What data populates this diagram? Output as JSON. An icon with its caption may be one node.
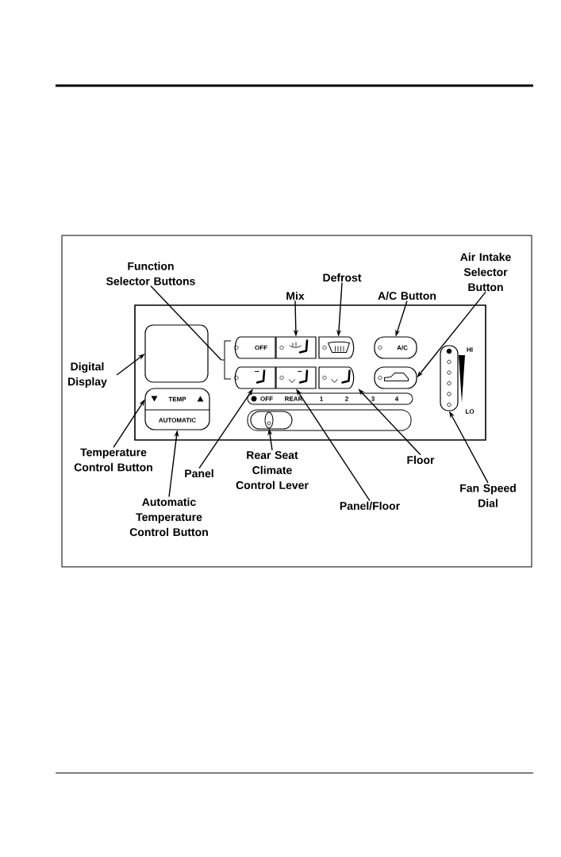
{
  "diagram": {
    "nodes": [
      {
        "text": [
          "Function Selector Buttons"
        ]
      },
      {
        "text": [
          "Mix"
        ]
      },
      {
        "text": [
          "Defrost"
        ]
      },
      {
        "text": [
          "A/C Button"
        ]
      },
      {
        "text": [
          "Air Intake Selector Button"
        ]
      },
      {
        "text": [
          "Digital Display"
        ]
      },
      {
        "text": [
          "Temperature Control Button"
        ]
      },
      {
        "text": [
          "Panel"
        ]
      },
      {
        "text": [
          "Rear Seat Climate Control Lever"
        ]
      },
      {
        "text": [
          "Floor"
        ]
      },
      {
        "text": [
          "Automatic Temperature Control Button"
        ]
      },
      {
        "text": [
          "Panel/Floor"
        ]
      },
      {
        "text": [
          "Fan Speed Dial"
        ]
      },
      {
        "text": [],
        "shape": "box"
      },
      {
        "text": [],
        "shape": "box",
        "in": 13
      },
      {
        "text": [],
        "shape": "bracket",
        "in": 13
      },
      {
        "text": [
          "OFF"
        ],
        "in": 13
      },
      {
        "text": [],
        "shape": "box",
        "in": 13
      },
      {
        "text": [],
        "shape": "box",
        "in": 13
      },
      {
        "text": [
          "A/C"
        ],
        "in": 13
      },
      {
        "text": [],
        "shape": "box",
        "in": 13
      },
      {
        "text": [],
        "shape": "box",
        "in": 13
      },
      {
        "text": [],
        "shape": "box",
        "in": 13
      },
      {
        "text": [],
        "shape": "box",
        "in": 13
      },
      {
        "text": [
          "TEMP"
        ],
        "in": 13
      },
      {
        "text": [
          "AUTOMATIC"
        ],
        "in": 13
      },
      {
        "text": [
          "OFF",
          "REAR",
          "1",
          "2",
          "3",
          "4"
        ],
        "in": 13
      },
      {
        "text": [],
        "shape": "box",
        "in": 13
      },
      {
        "text": [],
        "shape": "circle",
        "in": 27
      },
      {
        "text": [],
        "shape": "box",
        "in": 13
      }
    ],
    "edges": [
      {
        "from": 0,
        "to": 15,
        "arrow": "none"
      },
      {
        "from": 1,
        "to": 17,
        "arrow": "to"
      },
      {
        "from": 2,
        "to": 18,
        "arrow": "to"
      },
      {
        "from": 3,
        "to": 19,
        "arrow": "to"
      },
      {
        "from": 4,
        "to": 23,
        "arrow": "to"
      },
      {
        "from": 5,
        "to": 14,
        "arrow": "to"
      },
      {
        "from": 6,
        "to": 24,
        "arrow": "to"
      },
      {
        "from": 7,
        "to": 20,
        "arrow": "to"
      },
      {
        "from": 8,
        "to": 28,
        "arrow": "to"
      },
      {
        "from": 9,
        "to": 22,
        "arrow": "to"
      },
      {
        "from": 10,
        "to": 25,
        "arrow": "to"
      },
      {
        "from": 11,
        "to": 21,
        "arrow": "to"
      },
      {
        "from": 12,
        "to": 29,
        "arrow": "to"
      }
    ],
    "labels": [
      "HI",
      "LO"
    ]
  }
}
